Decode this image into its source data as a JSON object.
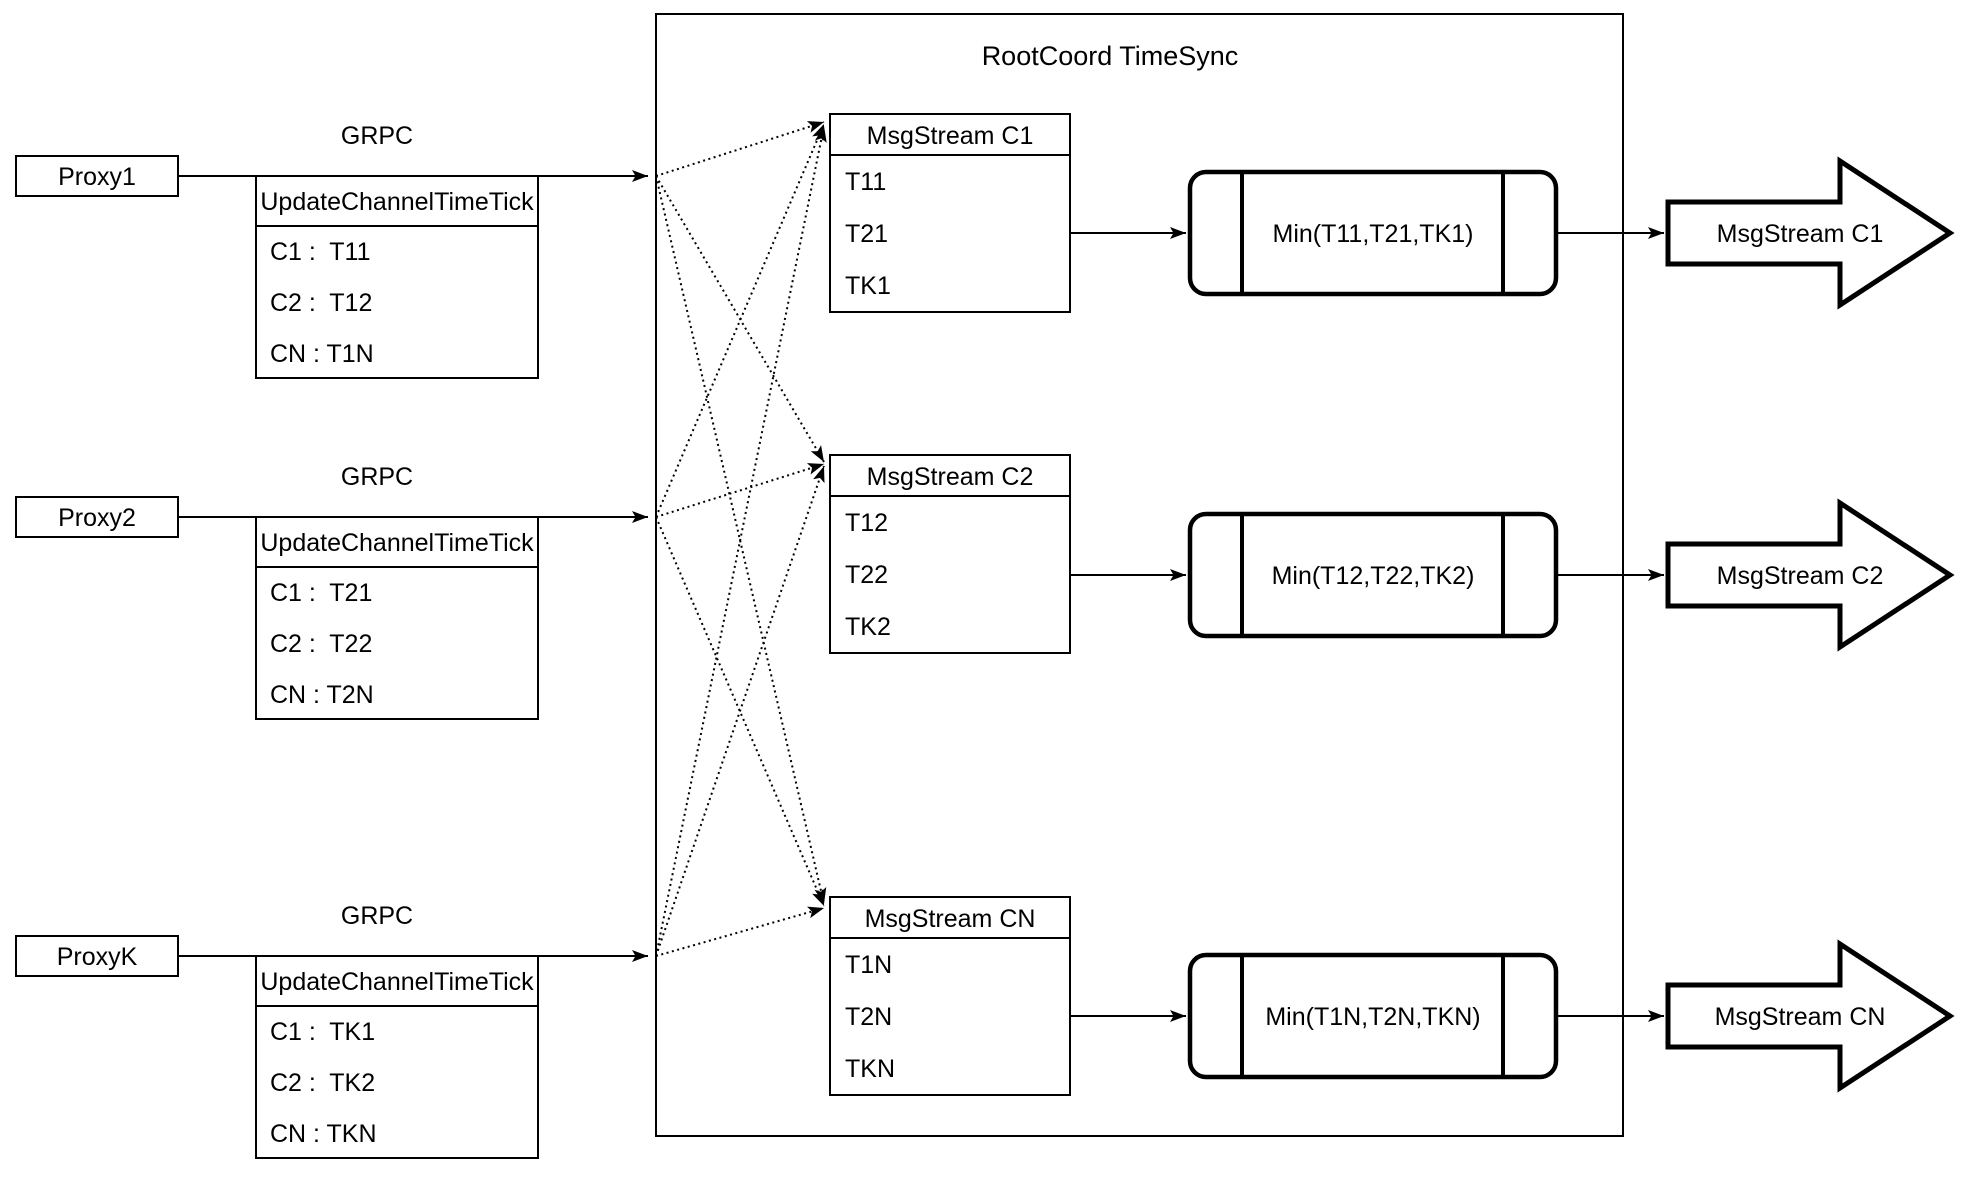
{
  "diagram": {
    "title": "RootCoord TimeSync",
    "colors": {
      "stroke": "#000000",
      "fill": "#ffffff"
    },
    "proxies": [
      {
        "label": "Proxy1",
        "protocol": "GRPC",
        "message_title": "UpdateChannelTimeTick",
        "rows": [
          "C1 :  T11",
          "C2 :  T12",
          "CN : T1N"
        ]
      },
      {
        "label": "Proxy2",
        "protocol": "GRPC",
        "message_title": "UpdateChannelTimeTick",
        "rows": [
          "C1 :  T21",
          "C2 :  T22",
          "CN : T2N"
        ]
      },
      {
        "label": "ProxyK",
        "protocol": "GRPC",
        "message_title": "UpdateChannelTimeTick",
        "rows": [
          "C1 :  TK1",
          "C2 :  TK2",
          "CN : TKN"
        ]
      }
    ],
    "streams": [
      {
        "buffer_title": "MsgStream C1",
        "rows": [
          "T11",
          "T21",
          "TK1"
        ],
        "min_label": "Min(T11,T21,TK1)",
        "output_label": "MsgStream C1"
      },
      {
        "buffer_title": "MsgStream C2",
        "rows": [
          "T12",
          "T22",
          "TK2"
        ],
        "min_label": "Min(T12,T22,TK2)",
        "output_label": "MsgStream C2"
      },
      {
        "buffer_title": "MsgStream CN",
        "rows": [
          "T1N",
          "T2N",
          "TKN"
        ],
        "min_label": "Min(T1N,T2N,TKN)",
        "output_label": "MsgStream CN"
      }
    ]
  }
}
